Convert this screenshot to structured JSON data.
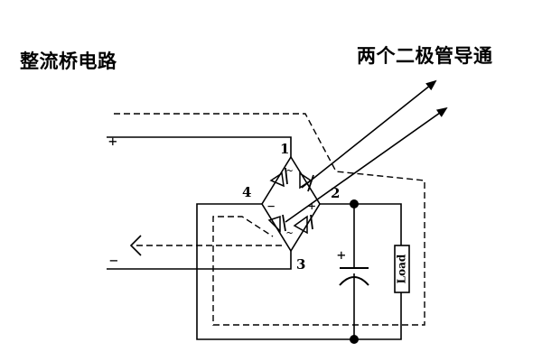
{
  "title_left": "整流桥电路",
  "title_right": "两个二极管导通",
  "nodes": {
    "n1": "1",
    "n2": "2",
    "n3": "3",
    "n4": "4"
  },
  "signs": {
    "input_plus": "+",
    "input_minus": "−",
    "bridge_minus": "−",
    "bridge_plus": "+",
    "cap_plus": "+",
    "tilde_top": "~",
    "tilde_bottom": "~"
  },
  "load_label": "Load"
}
